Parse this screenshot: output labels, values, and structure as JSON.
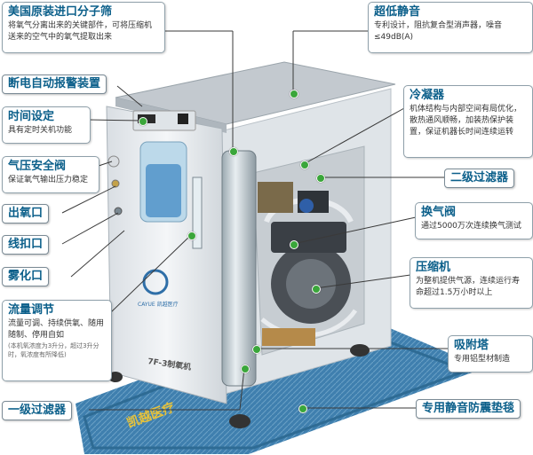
{
  "callouts": {
    "sieve": {
      "title": "美国原装进口分子筛",
      "text": "将氧气分离出来的关键部件，可将压缩机送来的空气中的氧气提取出来"
    },
    "alarm": {
      "title": "断电自动报警装置"
    },
    "timer": {
      "title": "时间设定",
      "text": "具有定时关机功能"
    },
    "valve": {
      "title": "气压安全阀",
      "text": "保证氧气输出压力稳定"
    },
    "outlet": {
      "title": "出氧口"
    },
    "cord": {
      "title": "线扣口"
    },
    "nebulizer": {
      "title": "雾化口"
    },
    "flow": {
      "title": "流量调节",
      "text": "流量可调、持续供氧、随用随制、停用自如",
      "note": "(本机氧浓度为3升分，超过3升分时，氧浓度有所降低)"
    },
    "primary_filter": {
      "title": "一级过滤器"
    },
    "quiet": {
      "title": "超低静音",
      "text": "专利设计，阻抗复合型消声器，噪音≤49dB(A)"
    },
    "condenser": {
      "title": "冷凝器",
      "text": "机体结构与内部空间有局优化，散热通风顺畅，加装热保护装置，保证机器长时间连续运转"
    },
    "secondary_filter": {
      "title": "二级过滤器"
    },
    "switch_valve": {
      "title": "换气阀",
      "text": "通过5000万次连续换气测试"
    },
    "compressor": {
      "title": "压缩机",
      "text": "为整机提供气源，连续运行寿命超过1.5万小时以上"
    },
    "tower": {
      "title": "吸附塔",
      "text": "专用铝型材制造"
    },
    "mat": {
      "title": "专用静音防震垫毯"
    }
  },
  "product": {
    "model_label": "7F-3制氧机",
    "brand_label": "CAYUE 凯越医疗",
    "mat_label": "凯越医疗"
  },
  "colors": {
    "title_blue": "#0b5f8a",
    "pointer_green": "#3aa63a",
    "cabinet_white": "#eef1f4",
    "mat_blue": "#3f7fae"
  }
}
